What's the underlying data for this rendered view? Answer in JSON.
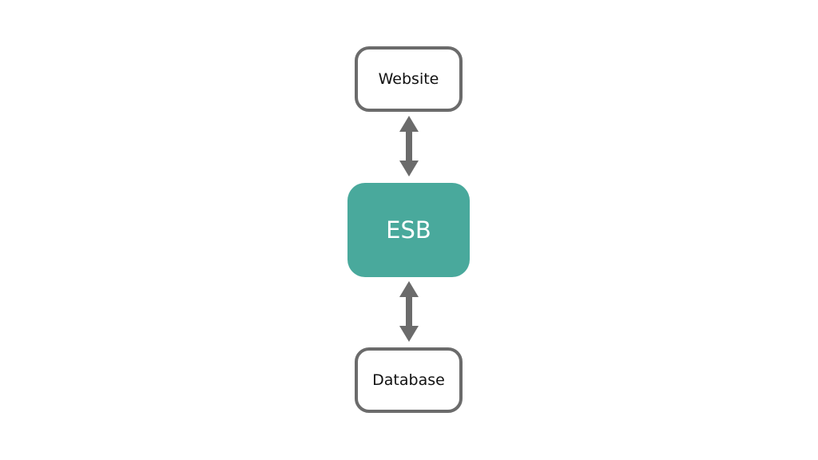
{
  "diagram": {
    "nodes": {
      "website": {
        "label": "Website"
      },
      "esb": {
        "label": "ESB",
        "fill_color": "#49A99C"
      },
      "database": {
        "label": "Database"
      }
    },
    "edges": [
      {
        "from": "Website",
        "to": "ESB",
        "direction": "bidirectional"
      },
      {
        "from": "ESB",
        "to": "Database",
        "direction": "bidirectional"
      }
    ],
    "colors": {
      "outline": "#6B6B6B",
      "arrow": "#6B6B6B",
      "accent": "#49A99C"
    }
  }
}
